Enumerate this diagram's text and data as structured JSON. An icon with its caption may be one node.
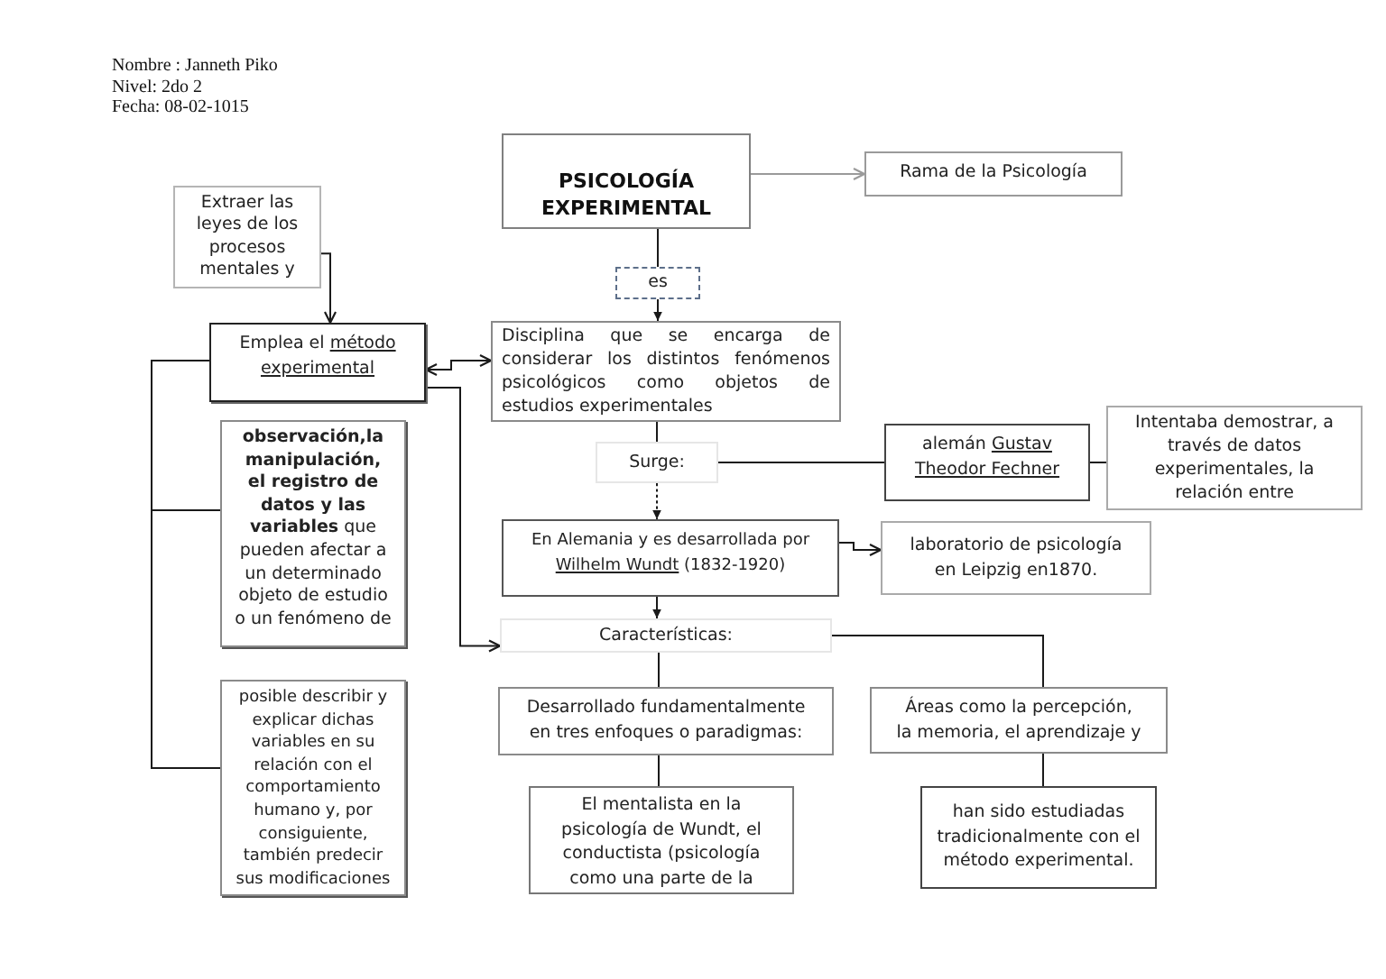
{
  "diagram": {
    "nodes": [
      {
        "text": [
          "PSICOLOGÍA EXPERIMENTAL"
        ]
      },
      {
        "text": [
          "Rama de la Psicología"
        ]
      },
      {
        "text": [
          "es"
        ]
      },
      {
        "text": [
          "Disciplina que se encarga de considerar los distintos fenómenos psicológicos como objetos de estudios experimentales"
        ]
      },
      {
        "text": [
          "Extraer las leyes de los procesos mentales y"
        ]
      },
      {
        "text": [
          "Emplea el método experimental"
        ]
      },
      {
        "text": [
          "**observación,la manipulación, el registro de datos y las variables** que pueden afectar a un determinado objeto de estudio o un fenómeno de"
        ]
      },
      {
        "text": [
          "posible describir y explicar dichas variables en su relación con el comportamiento humano y, por consiguiente, también predecir sus modificaciones"
        ]
      },
      {
        "text": [
          "Surge:"
        ]
      },
      {
        "text": [
          "alemán Gustav Theodor Fechner"
        ]
      },
      {
        "text": [
          "Intentaba demostrar, a través de datos experimentales, la relación entre"
        ]
      },
      {
        "text": [
          "En Alemania y es desarrollada por Wilhelm Wundt (1832-1920)"
        ]
      },
      {
        "text": [
          "laboratorio de psicología en Leipzig en1870."
        ]
      },
      {
        "text": [
          "Características:"
        ]
      },
      {
        "text": [
          "Desarrollado fundamentalmente en tres enfoques o paradigmas:"
        ]
      },
      {
        "text": [
          "Áreas como la percepción, la memoria, el aprendizaje y"
        ]
      },
      {
        "text": [
          "El mentalista en la psicología de Wundt, el conductista (psicología como una parte de la"
        ]
      },
      {
        "text": [
          "han sido estudiadas tradicionalmente con el método experimental."
        ]
      }
    ],
    "edges": [
      {
        "from": 0,
        "to": 1,
        "arrow": "to",
        "color": "#9a9a9a"
      },
      {
        "from": 0,
        "to": 2,
        "arrow": "none"
      },
      {
        "from": 2,
        "to": 3,
        "arrow": "to"
      },
      {
        "from": 4,
        "to": 5,
        "arrow": "to"
      },
      {
        "from": 5,
        "to": 3,
        "arrow": "both"
      },
      {
        "from": 5,
        "to": 6,
        "arrow": "none"
      },
      {
        "from": 5,
        "to": 7,
        "arrow": "none"
      },
      {
        "from": 5,
        "to": 13,
        "arrow": "to"
      },
      {
        "from": 3,
        "to": 8,
        "arrow": "none"
      },
      {
        "from": 8,
        "to": 9,
        "arrow": "none"
      },
      {
        "from": 9,
        "to": 10,
        "arrow": "none"
      },
      {
        "from": 8,
        "to": 11,
        "arrow": "to",
        "style": "dashed"
      },
      {
        "from": 11,
        "to": 12,
        "arrow": "to"
      },
      {
        "from": 11,
        "to": 13,
        "arrow": "to"
      },
      {
        "from": 13,
        "to": 14,
        "arrow": "none"
      },
      {
        "from": 13,
        "to": 15,
        "arrow": "none"
      },
      {
        "from": 14,
        "to": 16,
        "arrow": "none"
      },
      {
        "from": 15,
        "to": 17,
        "arrow": "none"
      }
    ],
    "labels": [
      "Nombre : Janneth Piko",
      "Nivel: 2do 2",
      "Fecha: 08-02-1015"
    ]
  }
}
